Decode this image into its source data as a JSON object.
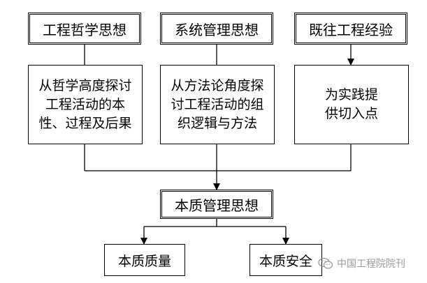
{
  "diagram": {
    "top_nodes": [
      {
        "label": "工程哲学思想"
      },
      {
        "label": "系统管理思想"
      },
      {
        "label": "既往工程经验"
      }
    ],
    "middle_nodes": [
      {
        "text": "从哲学高度探讨工程活动的本性、过程及后果"
      },
      {
        "text": "从方法论角度探讨工程活动的组织逻辑与方法"
      },
      {
        "text": "为实践提供切入点"
      }
    ],
    "core_node": {
      "label": "本质管理思想"
    },
    "bottom_nodes": [
      {
        "label": "本质质量"
      },
      {
        "label": "本质安全"
      }
    ]
  },
  "watermark": {
    "text": "中国工程院院刊",
    "icon": "wechat-icon"
  }
}
